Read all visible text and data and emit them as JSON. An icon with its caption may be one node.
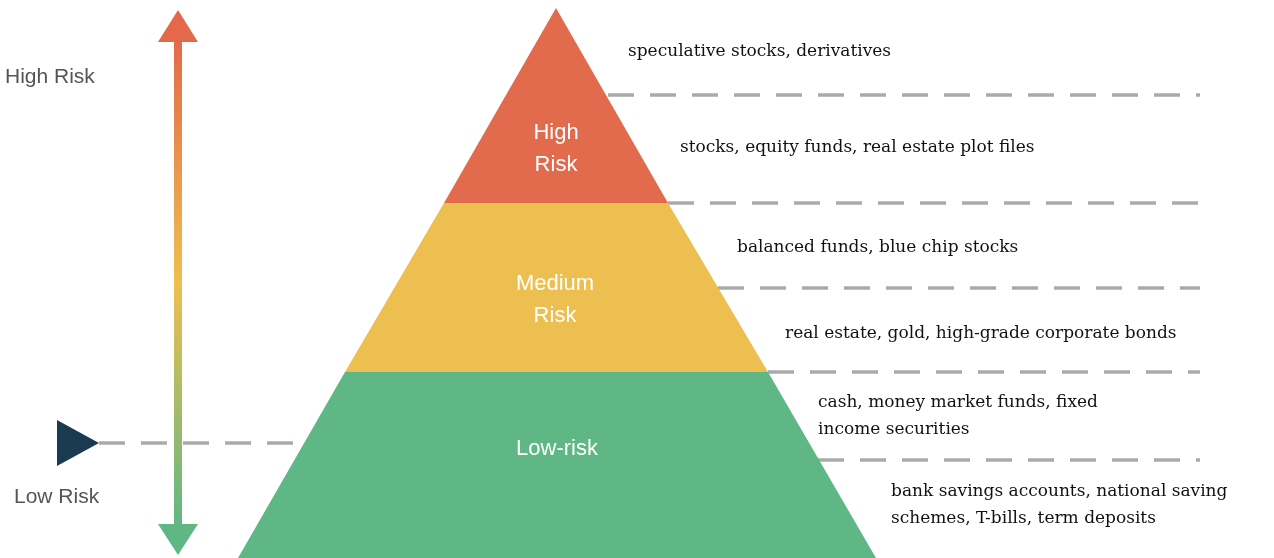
{
  "diagram": {
    "nodes": [
      {
        "text": [
          "High Risk"
        ]
      },
      {
        "text": [
          "Medium Risk"
        ]
      },
      {
        "text": [
          "Low-risk"
        ]
      },
      {
        "text": [],
        "shape": "triangle"
      }
    ],
    "edges": [
      {
        "from": 3,
        "to": 2,
        "arrow": "none",
        "style": "dashed"
      }
    ],
    "labels": [
      "High Risk",
      "speculative stocks, derivatives",
      "stocks, equity funds, real estate plot files",
      "balanced funds, blue chip stocks",
      "real estate, gold, high-grade corporate bonds",
      "cash, money market funds, fixed income securities",
      "Low Risk",
      "bank savings accounts, national saving schemes, T-bills, term deposits"
    ]
  }
}
